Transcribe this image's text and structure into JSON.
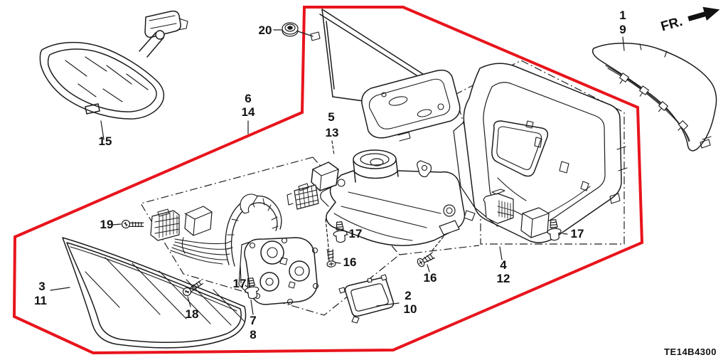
{
  "diagram": {
    "code": "TE14B4300",
    "fr_label": "FR.",
    "colors": {
      "assembly_outline": "#e8141c",
      "line_art": "#1c1c1c",
      "background": "#ffffff"
    },
    "callouts": [
      {
        "name": "mirror-cover",
        "lines": [
          "1",
          "9"
        ]
      },
      {
        "name": "wire-harness-clip",
        "lines": [
          "2",
          "10"
        ]
      },
      {
        "name": "mirror-glass",
        "lines": [
          "3",
          "11"
        ]
      },
      {
        "name": "mirror-housing",
        "lines": [
          "4",
          "12"
        ]
      },
      {
        "name": "mirror-bracket",
        "lines": [
          "5",
          "13"
        ]
      },
      {
        "name": "mirror-assembly",
        "lines": [
          "6",
          "14"
        ]
      },
      {
        "name": "mirror-actuator",
        "lines": [
          "7",
          "8"
        ]
      },
      {
        "name": "interior-mirror",
        "lines": [
          "15"
        ]
      },
      {
        "name": "screw-left",
        "lines": [
          "16"
        ]
      },
      {
        "name": "screw-right",
        "lines": [
          "16"
        ]
      },
      {
        "name": "bolt-actuator",
        "lines": [
          "17"
        ]
      },
      {
        "name": "bolt-bracket",
        "lines": [
          "17"
        ]
      },
      {
        "name": "bolt-housing",
        "lines": [
          "17"
        ]
      },
      {
        "name": "tapping-screw",
        "lines": [
          "18"
        ]
      },
      {
        "name": "connector-screw",
        "lines": [
          "19"
        ]
      },
      {
        "name": "grommet-nut",
        "lines": [
          "20"
        ]
      }
    ]
  }
}
